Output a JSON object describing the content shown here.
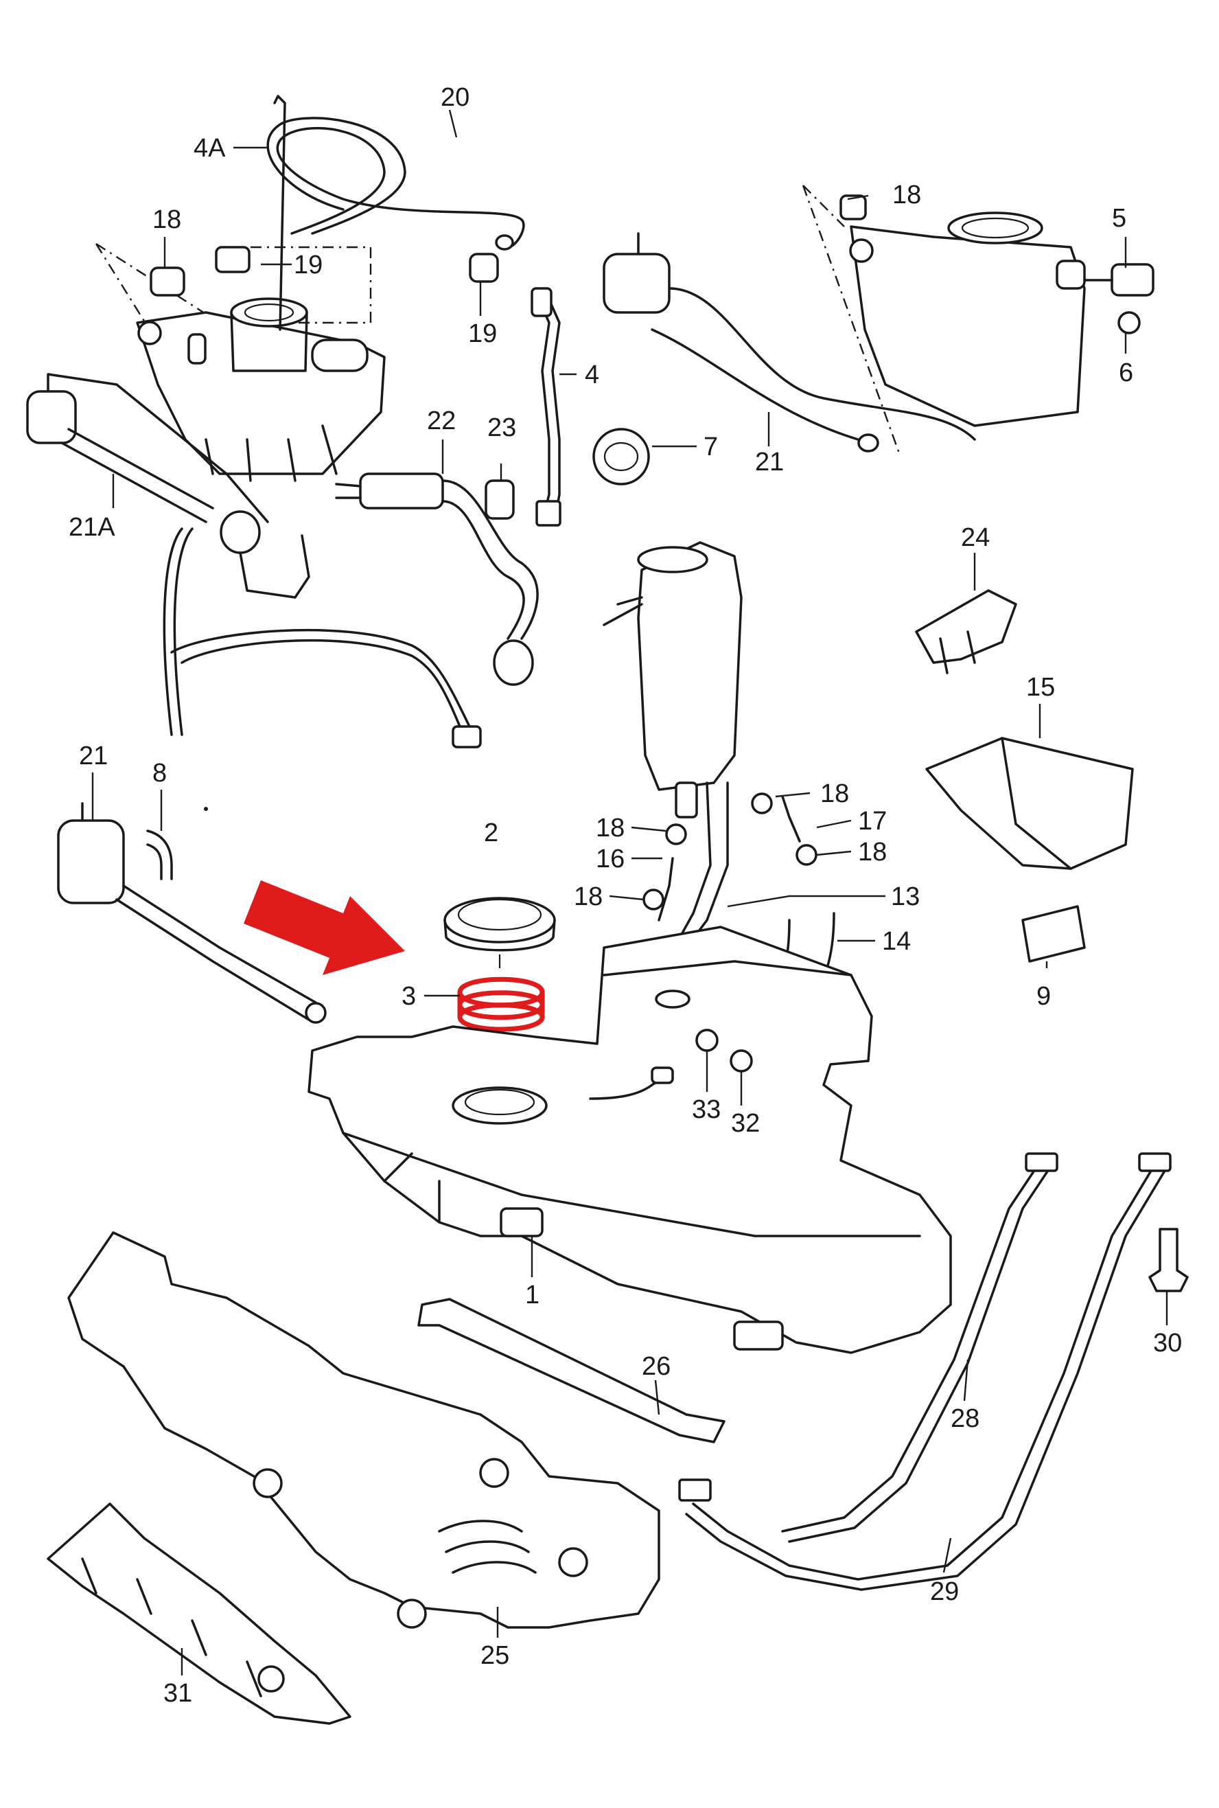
{
  "colors": {
    "ink": "#1a1a1a",
    "highlight": "#e01b1b",
    "background": "#ffffff"
  },
  "highlighted_part": "3",
  "pointer_icon": "arrow-right-down-icon",
  "callouts": {
    "c20": "20",
    "c4a": "4A",
    "c18a": "18",
    "c19a": "19",
    "c19b": "19",
    "c4": "4",
    "c21a": "21A",
    "c22": "22",
    "c23": "23",
    "c18b": "18",
    "c5": "5",
    "c6": "6",
    "c21b": "21",
    "c7": "7",
    "c24": "24",
    "c15": "15",
    "c21c": "21",
    "c8": "8",
    "c2": "2",
    "c18c": "18",
    "c17": "17",
    "c18d": "18",
    "c16": "16",
    "c18e": "18",
    "c18f": "18",
    "c13": "13",
    "c14": "14",
    "c3": "3",
    "c9": "9",
    "c33": "33",
    "c32": "32",
    "c1": "1",
    "c26": "26",
    "c30": "30",
    "c28": "28",
    "c29": "29",
    "c31": "31",
    "c25": "25"
  }
}
